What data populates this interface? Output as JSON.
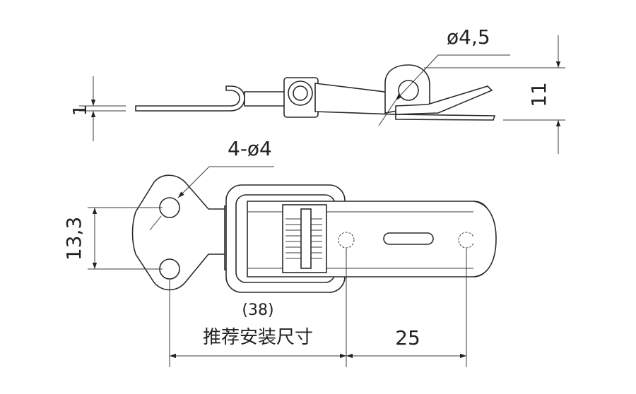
{
  "dimensions": {
    "thickness": "1",
    "pivot_hole": "ø4,5",
    "height": "11",
    "mount_holes": "4-ø4",
    "hole_spacing": "13,3",
    "reference_length": "(38)",
    "recommended_install": "推荐安装尺寸",
    "hook_spacing": "25"
  }
}
